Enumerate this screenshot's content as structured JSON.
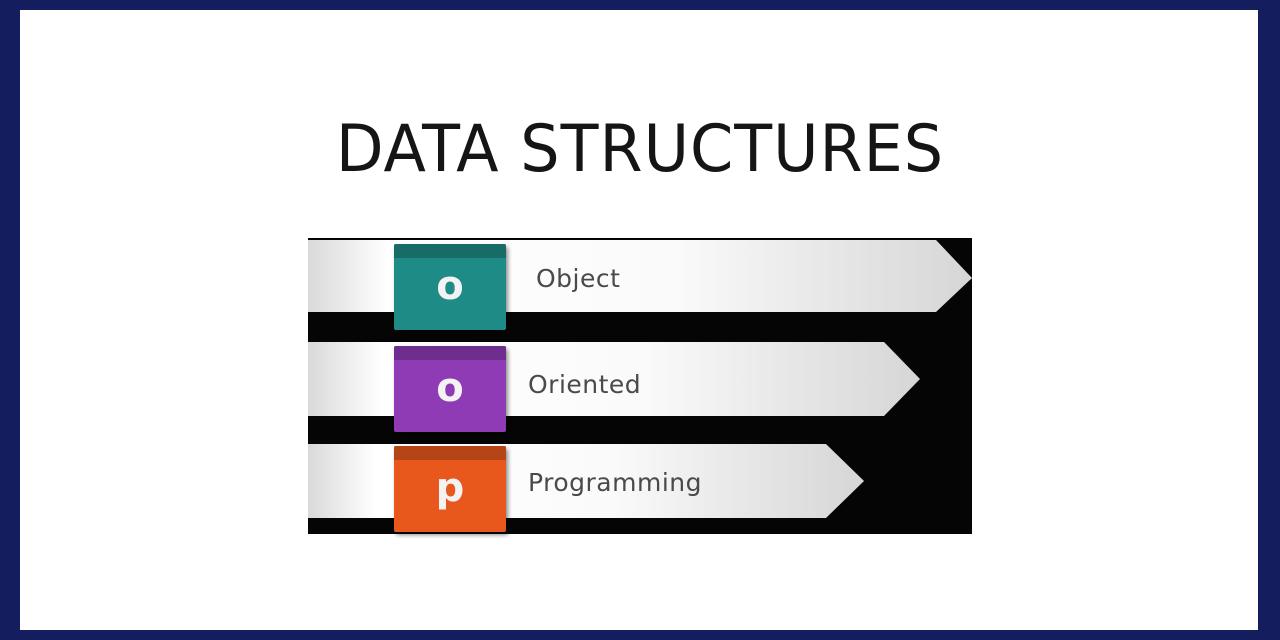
{
  "title": "DATA STRUCTURES",
  "oop": {
    "rows": [
      {
        "letter": "o",
        "word": "Object",
        "color": "#1f8b86"
      },
      {
        "letter": "o",
        "word": "Oriented",
        "color": "#8e3bb5"
      },
      {
        "letter": "p",
        "word": "Programming",
        "color": "#e8581d"
      }
    ]
  },
  "colors": {
    "frame": "#141d5e",
    "background": "#ffffff",
    "diagram_bg": "#050505"
  }
}
